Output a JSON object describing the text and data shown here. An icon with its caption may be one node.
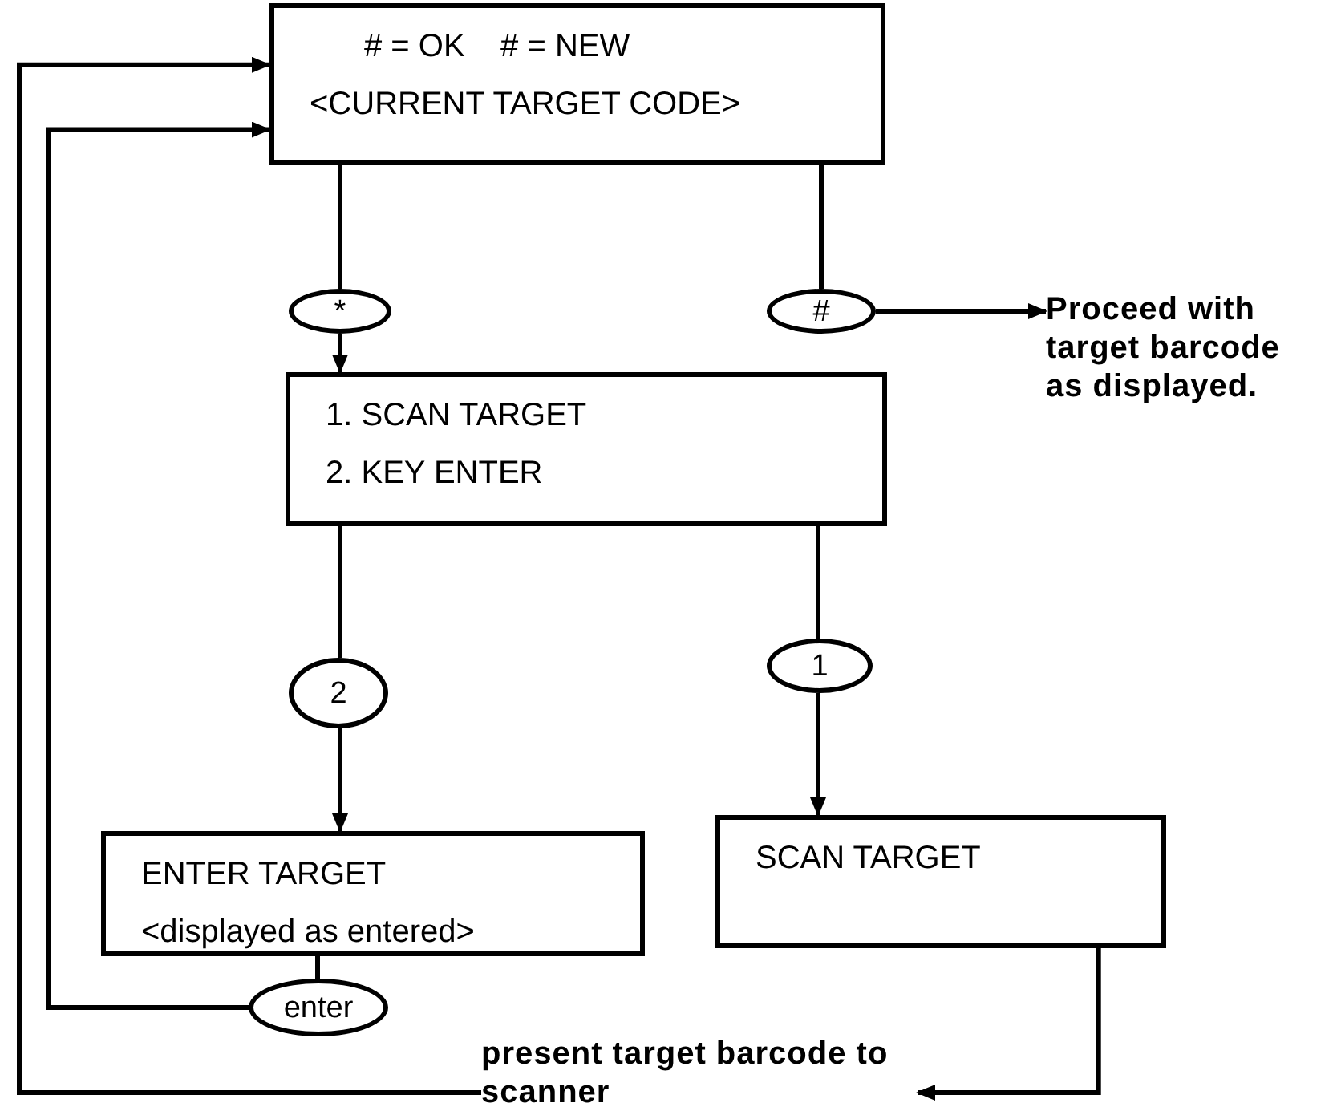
{
  "diagram": {
    "nodes": [
      {
        "text": [
          "# = OK    # = NEW",
          "<CURRENT TARGET CODE>"
        ]
      },
      {
        "text": [
          "*"
        ]
      },
      {
        "text": [
          "#"
        ]
      },
      {
        "text": [
          "Proceed with target barcode as displayed."
        ]
      },
      {
        "text": [
          "1. SCAN TARGET",
          "2. KEY ENTER"
        ]
      },
      {
        "text": [
          "2"
        ]
      },
      {
        "text": [
          "1"
        ]
      },
      {
        "text": [
          "ENTER TARGET",
          "<displayed as entered>"
        ]
      },
      {
        "text": [
          "enter"
        ]
      },
      {
        "text": [
          "SCAN TARGET"
        ]
      },
      {
        "text": [
          "present target barcode to scanner"
        ]
      }
    ],
    "edges": [
      {
        "from": 0,
        "to": 1,
        "arrow": "none"
      },
      {
        "from": 1,
        "to": 4,
        "arrow": "to"
      },
      {
        "from": 0,
        "to": 2,
        "arrow": "none"
      },
      {
        "from": 2,
        "to": 3,
        "arrow": "to"
      },
      {
        "from": 4,
        "to": 5,
        "arrow": "none"
      },
      {
        "from": 5,
        "to": 7,
        "arrow": "to"
      },
      {
        "from": 4,
        "to": 6,
        "arrow": "none"
      },
      {
        "from": 6,
        "to": 9,
        "arrow": "to"
      },
      {
        "from": 7,
        "to": 8,
        "arrow": "none"
      },
      {
        "from": 8,
        "to": 0,
        "arrow": "to"
      },
      {
        "from": 9,
        "to": 10,
        "arrow": "to"
      },
      {
        "from": 10,
        "to": 0,
        "arrow": "to"
      }
    ]
  }
}
